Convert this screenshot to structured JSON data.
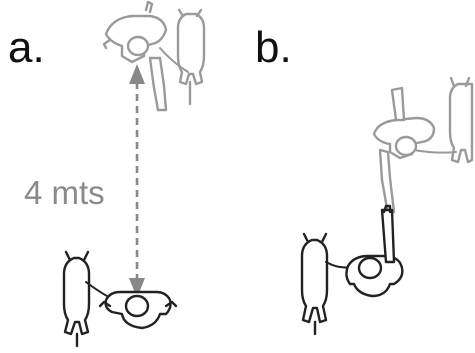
{
  "panels": [
    {
      "label": "a."
    },
    {
      "label": "b."
    }
  ],
  "distance": {
    "label": "4 mts"
  },
  "colors": {
    "background": "#ffffff",
    "stranger_outline": "#9a9a9a",
    "owner_outline": "#222222",
    "distance_line": "#888888",
    "distance_text": "#8a8a8a"
  }
}
